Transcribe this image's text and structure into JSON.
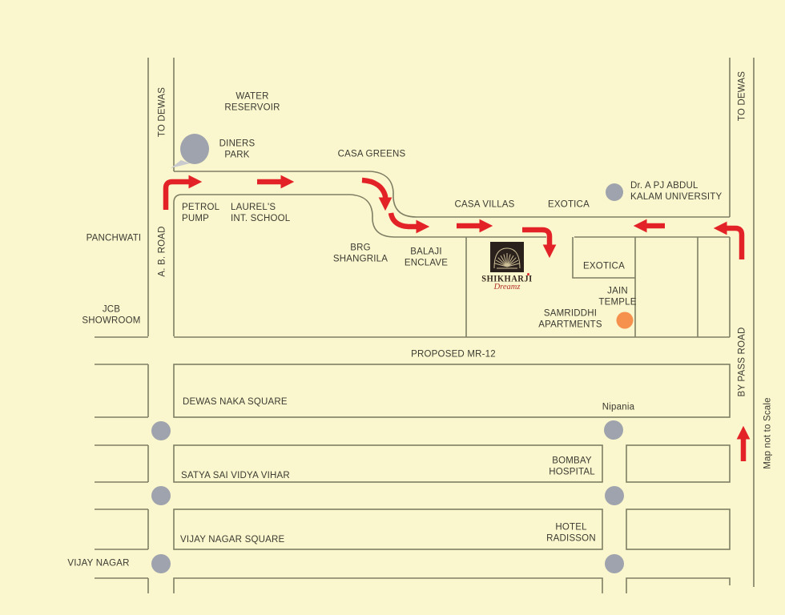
{
  "title": "Shikharji Dreamz location map",
  "logo": {
    "title": "SHIKHARJI",
    "subtitle": "Dreamz"
  },
  "roads": {
    "to_dewas_left": "TO DEWAS",
    "to_dewas_right": "TO DEWAS",
    "ab_road": "A. B. ROAD",
    "bypass_road": "BY PASS ROAD",
    "proposed_mr12": "PROPOSED MR-12",
    "map_note": "Map not to Scale"
  },
  "places": {
    "water_reservoir": "WATER\nRESERVOIR",
    "diners_park": "DINERS\nPARK",
    "casa_greens": "CASA GREENS",
    "petrol_pump": "PETROL\nPUMP",
    "laurels_school": "LAUREL'S\nINT. SCHOOL",
    "panchwati": "PANCHWATI",
    "jcb_showroom": "JCB\nSHOWROOM",
    "brg_shangrila": "BRG\nSHANGRILA",
    "balaji_enclave": "BALAJI\nENCLAVE",
    "casa_villas": "CASA VILLAS",
    "exotica_road": "EXOTICA",
    "university": "Dr.  A PJ ABDUL\nKALAM UNIVERSITY",
    "exotica_block": "EXOTICA",
    "jain_temple": "JAIN\nTEMPLE",
    "samriddhi_apartments": "SAMRIDDHI\nAPARTMENTS",
    "dewas_naka_square": "DEWAS NAKA SQUARE",
    "nipania": "Nipania",
    "satya_sai_vidya_vihar": "SATYA SAI VIDYA VIHAR",
    "bombay_hospital": "BOMBAY\nHOSPITAL",
    "vijay_nagar_square": "VIJAY NAGAR SQUARE",
    "hotel_radisson": "HOTEL\nRADISSON",
    "vijay_nagar": "VIJAY NAGAR"
  },
  "colors": {
    "background": "#FAF6CD",
    "road_line": "#7E7E64",
    "text": "#3B3B32",
    "arrow_red": "#E32228",
    "node_gray": "#9FA3AD",
    "marker_orange": "#F5914D",
    "logo_background": "#2B211C",
    "logo_accent": "#E32228"
  }
}
